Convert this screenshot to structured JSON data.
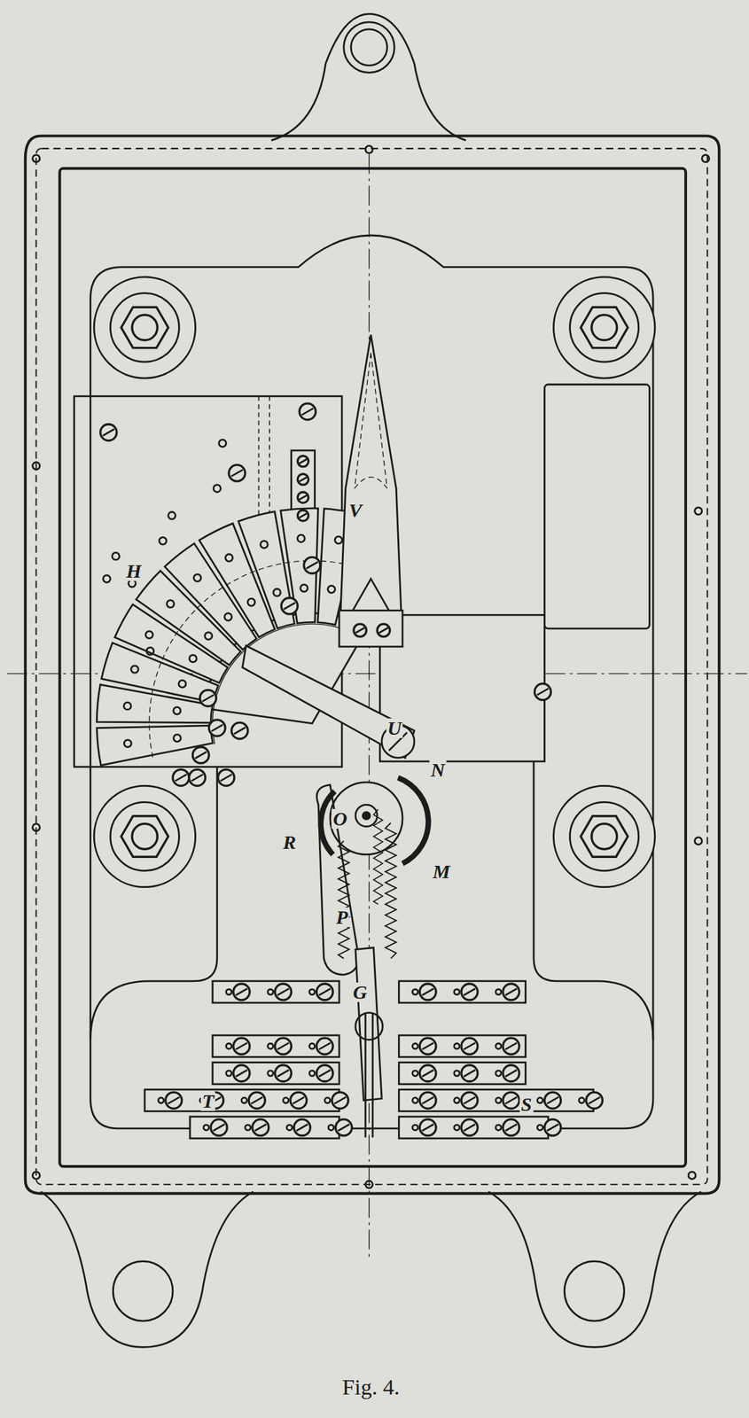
{
  "diagram": {
    "caption": "Fig. 4.",
    "labels": [
      "H",
      "V",
      "U",
      "N",
      "R",
      "O",
      "M",
      "P",
      "G",
      "T",
      "S"
    ]
  }
}
